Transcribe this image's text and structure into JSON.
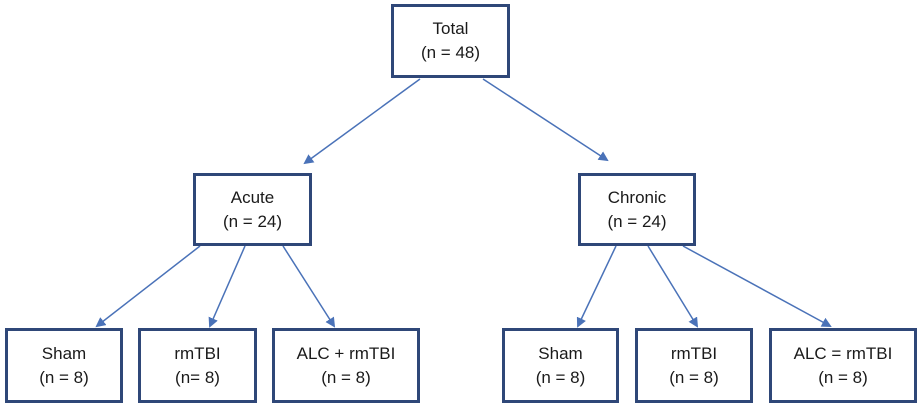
{
  "colors": {
    "box_border": "#2f4778",
    "arrow": "#4a72b8",
    "text": "#1a1a1a"
  },
  "nodes": {
    "total": {
      "label": "Total",
      "count": "(n = 48)"
    },
    "acute": {
      "label": "Acute",
      "count": "(n = 24)"
    },
    "chronic": {
      "label": "Chronic",
      "count": "(n = 24)"
    },
    "acute_sham": {
      "label": "Sham",
      "count": "(n = 8)"
    },
    "acute_rmtbi": {
      "label": "rmTBI",
      "count": "(n= 8)"
    },
    "acute_alc": {
      "label": "ALC + rmTBI",
      "count": "(n = 8)"
    },
    "chronic_sham": {
      "label": "Sham",
      "count": "(n = 8)"
    },
    "chronic_rmtbi": {
      "label": "rmTBI",
      "count": "(n = 8)"
    },
    "chronic_alc": {
      "label": "ALC = rmTBI",
      "count": "(n = 8)"
    }
  },
  "edges": [
    {
      "from": "total",
      "to": "acute"
    },
    {
      "from": "total",
      "to": "chronic"
    },
    {
      "from": "acute",
      "to": "acute_sham"
    },
    {
      "from": "acute",
      "to": "acute_rmtbi"
    },
    {
      "from": "acute",
      "to": "acute_alc"
    },
    {
      "from": "chronic",
      "to": "chronic_sham"
    },
    {
      "from": "chronic",
      "to": "chronic_rmtbi"
    },
    {
      "from": "chronic",
      "to": "chronic_alc"
    }
  ]
}
